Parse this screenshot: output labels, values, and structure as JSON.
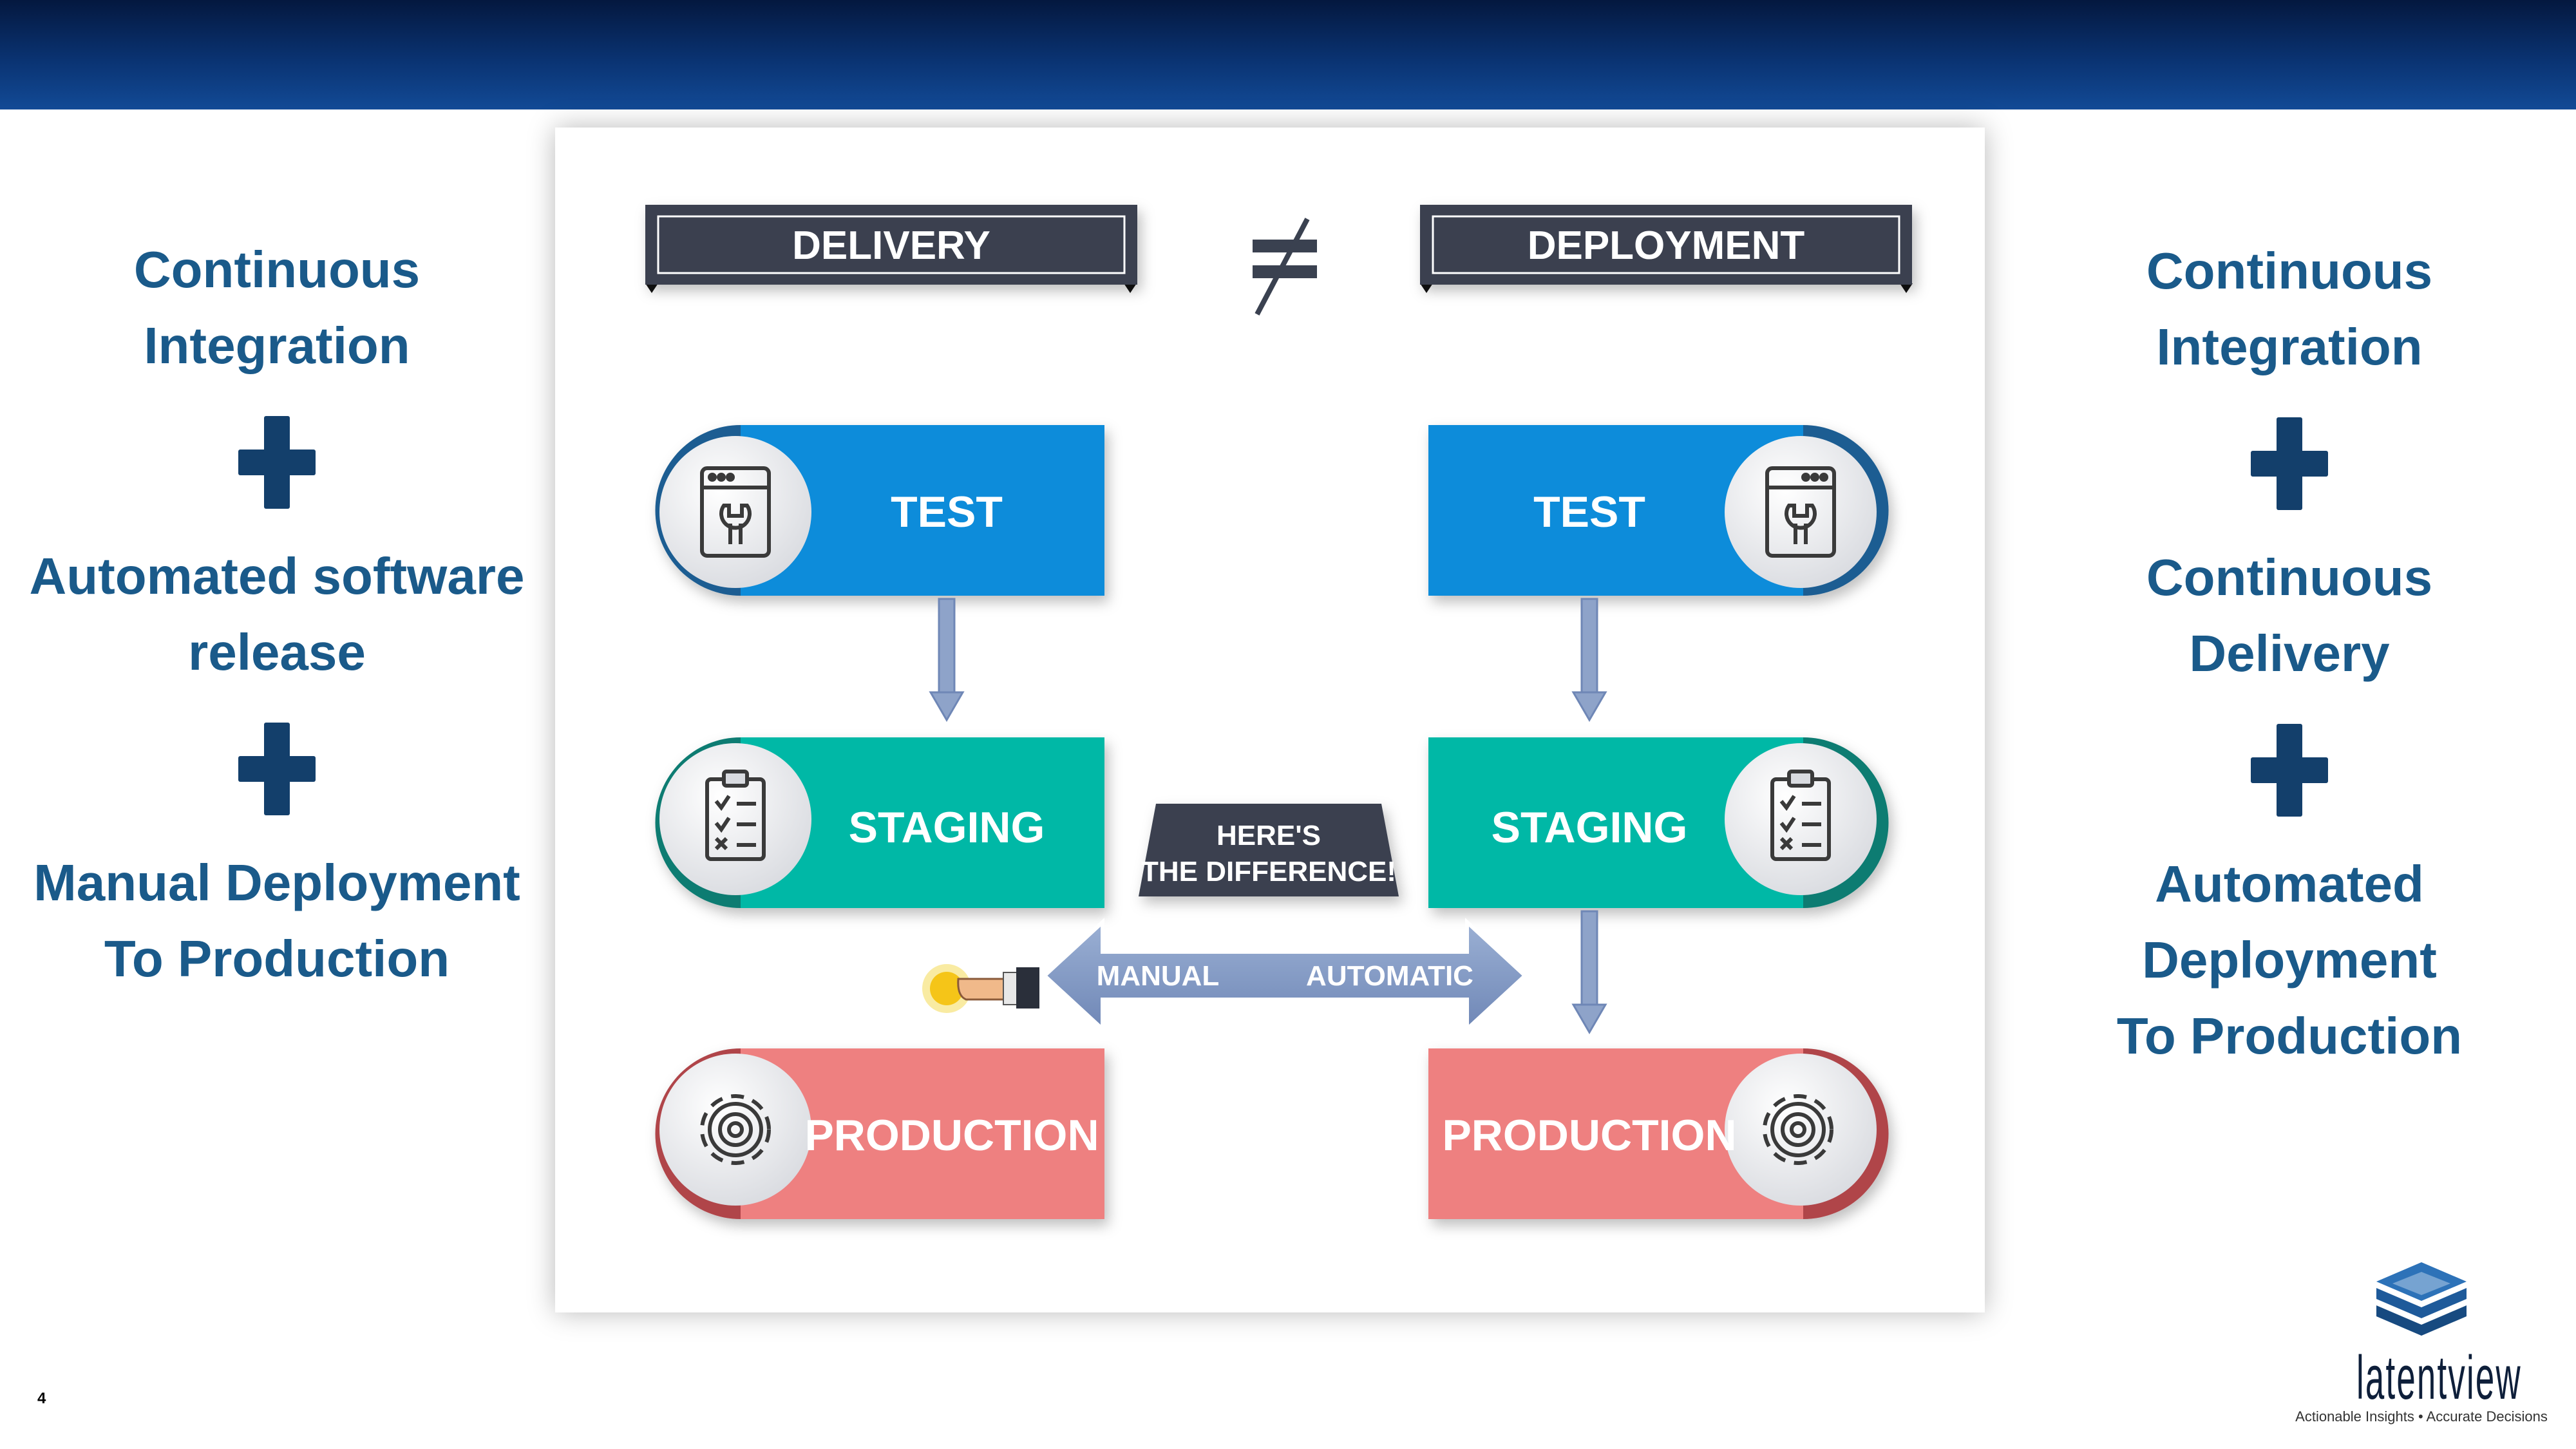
{
  "left_column": {
    "line1": "Continuous",
    "line2": "Integration",
    "line3": "Automated software",
    "line4": "release",
    "line5": "Manual Deployment",
    "line6": "To Production"
  },
  "right_column": {
    "line1": "Continuous",
    "line2": "Integration",
    "line3": "Continuous",
    "line4": "Delivery",
    "line5": "Automated Deployment",
    "line6": "To Production"
  },
  "diagram": {
    "left_header": "DELIVERY",
    "right_header": "DEPLOYMENT",
    "not_equal": "≠",
    "stages": [
      "TEST",
      "STAGING",
      "PRODUCTION"
    ],
    "callout_line1": "HERE'S",
    "callout_line2": "THE DIFFERENCE!",
    "arrow_left": "MANUAL",
    "arrow_right": "AUTOMATIC"
  },
  "colors": {
    "test": "#0a8cda",
    "staging": "#06b8a6",
    "production": "#ee8080",
    "header": "#3a4150",
    "side_text": "#1a5a8a"
  },
  "icons": {
    "test": "browser-wrench-icon",
    "staging": "clipboard-checklist-icon",
    "production": "gear-icon"
  },
  "page_number": "4",
  "logo": {
    "wordmark": "latentview",
    "tagline": "Actionable Insights • Accurate Decisions"
  }
}
